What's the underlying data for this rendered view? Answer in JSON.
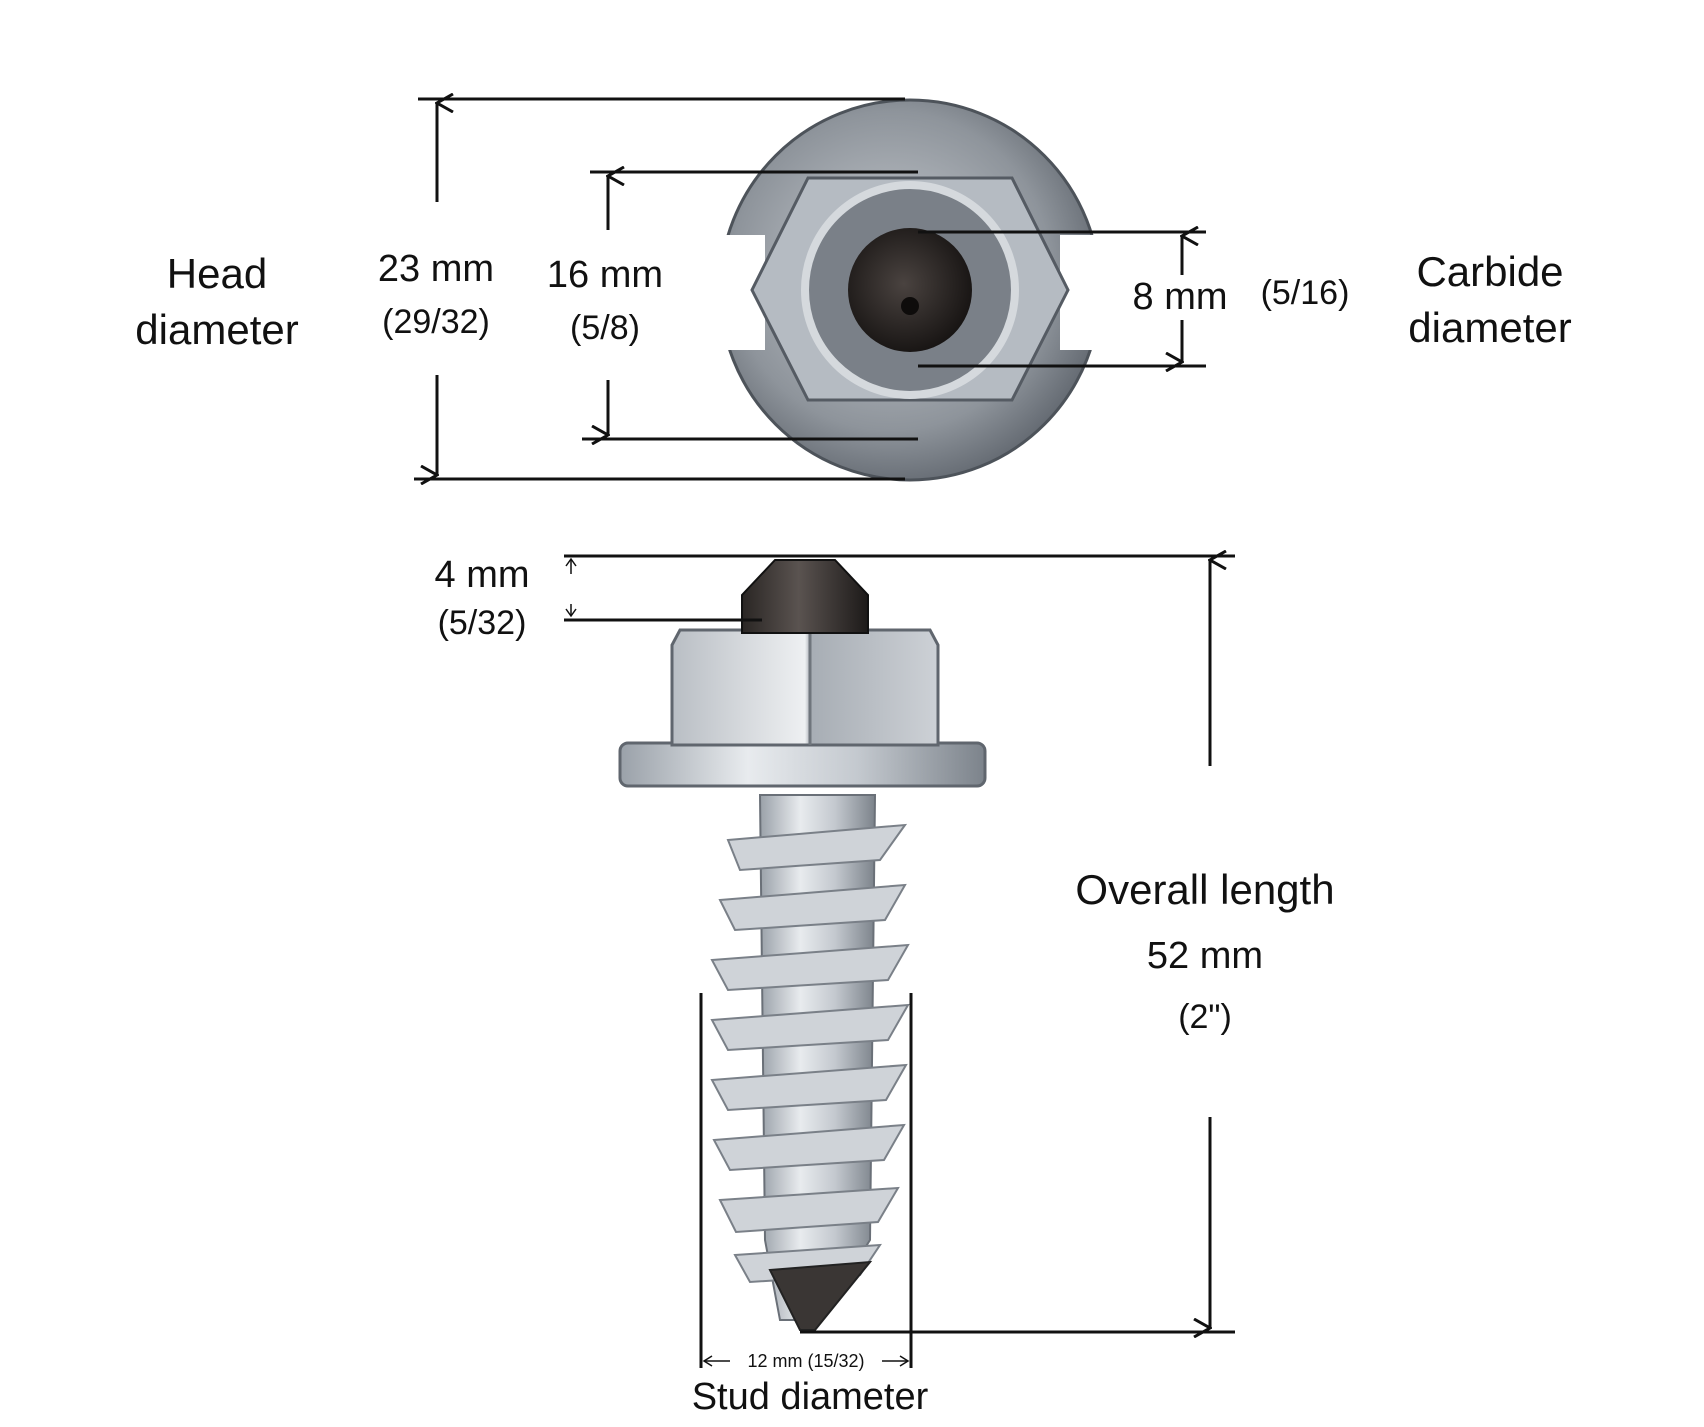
{
  "labels": {
    "head_label_line1": "Head",
    "head_label_line2": "diameter",
    "head_mm": "23 mm",
    "head_in": "(29/32)",
    "flange_mm": "16 mm",
    "flange_in": "(5/8)",
    "carbide_mm": "8 mm",
    "carbide_in": "(5/16)",
    "carbide_label_line1": "Carbide",
    "carbide_label_line2": "diameter",
    "tip_mm": "4 mm",
    "tip_in": "(5/32)",
    "overall_label": "Overall length",
    "overall_mm": "52 mm",
    "overall_in": "(2\")",
    "stud_dim": "12 mm  (15/32)",
    "stud_label": "Stud diameter"
  },
  "colors": {
    "line": "#111111",
    "metal_light": "#d9dde2",
    "metal_mid": "#a9afb7",
    "metal_dark": "#5d636b",
    "carbide": "#2b2522"
  }
}
